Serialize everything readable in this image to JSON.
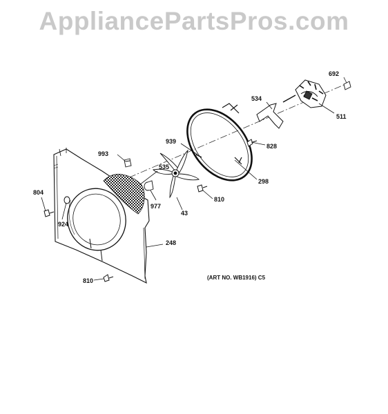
{
  "watermark": "AppliancePartsPros.com",
  "art_number": "(ART NO. WB1916) C5",
  "parts": {
    "p692": "692",
    "p534": "534",
    "p511": "511",
    "p828": "828",
    "p939": "939",
    "p993": "993",
    "p535": "535",
    "p298": "298",
    "p977": "977",
    "p810a": "810",
    "p804": "804",
    "p924": "924",
    "p43": "43",
    "p248": "248",
    "p810b": "810"
  }
}
